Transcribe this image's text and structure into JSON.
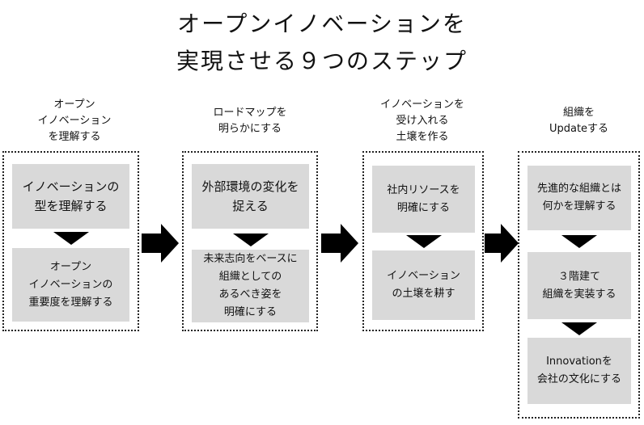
{
  "title": {
    "line1": "オープンイノベーションを",
    "line2": "実現させる９つのステップ"
  },
  "columns": [
    {
      "header": [
        "オープン",
        "イノベーション",
        "を理解する"
      ],
      "steps": [
        [
          "イノベーションの",
          "型を理解する"
        ],
        [
          "オープン",
          "イノベーションの",
          "重要度を理解する"
        ]
      ]
    },
    {
      "header": [
        "ロードマップを",
        "明らかにする"
      ],
      "steps": [
        [
          "外部環境の変化を",
          "捉える"
        ],
        [
          "未来志向をベースに",
          "組織としての",
          "あるべき姿を",
          "明確にする"
        ]
      ]
    },
    {
      "header": [
        "イノベーションを",
        "受け入れる",
        "土壌を作る"
      ],
      "steps": [
        [
          "社内リソースを",
          "明確にする"
        ],
        [
          "イノベーション",
          "の土壌を耕す"
        ]
      ]
    },
    {
      "header": [
        "組織を",
        "Updateする"
      ],
      "steps": [
        [
          "先進的な組織とは",
          "何かを理解する"
        ],
        [
          "３階建て",
          "組織を実装する"
        ],
        [
          "Innovationを",
          "会社の文化にする"
        ]
      ]
    }
  ]
}
